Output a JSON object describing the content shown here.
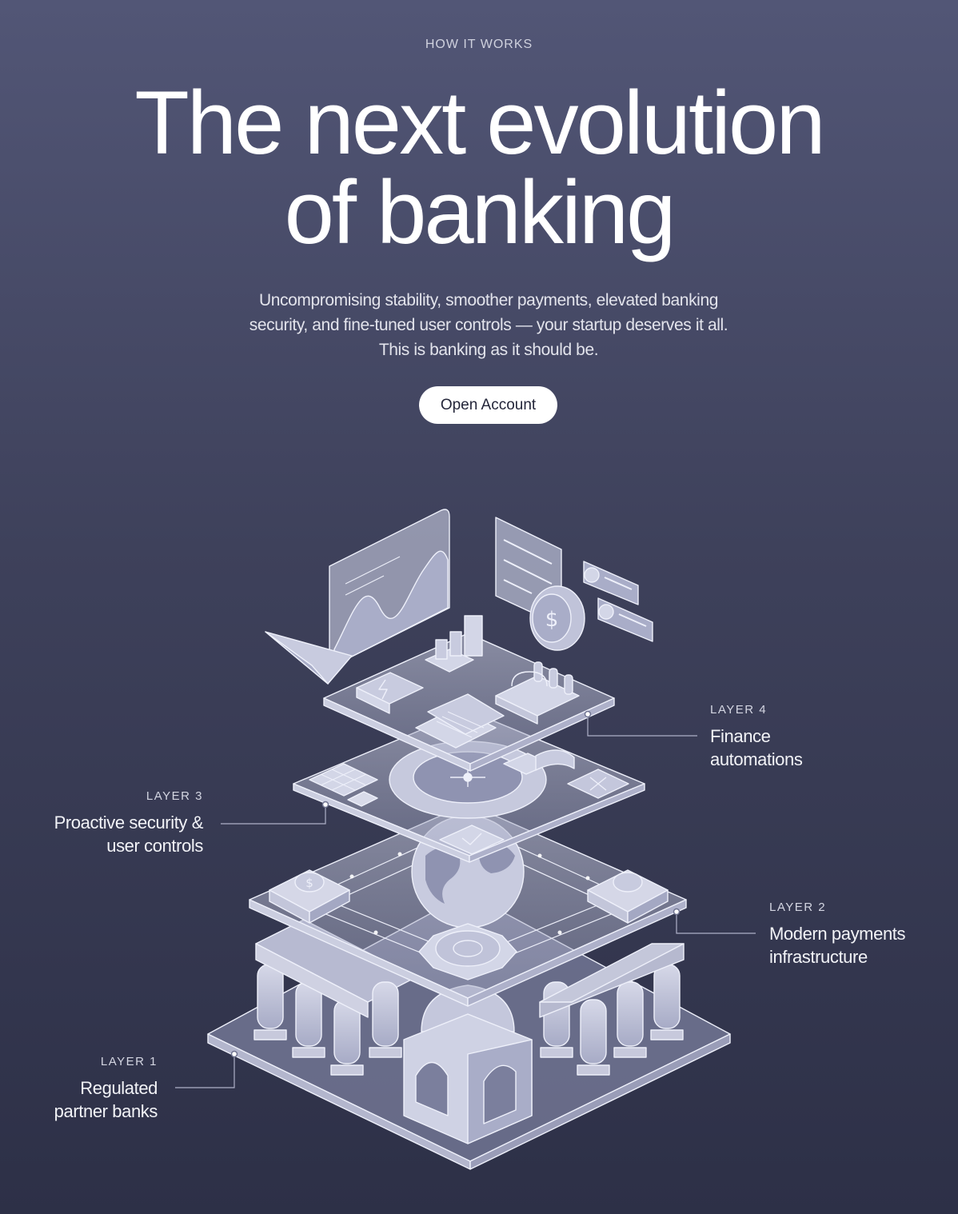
{
  "eyebrow": "HOW IT WORKS",
  "headline": {
    "line1": "The next evolution",
    "line2": "of banking"
  },
  "subtext": "Uncompromising stability, smoother payments, elevated banking security, and fine-tuned user controls — your startup deserves it all. This is banking as it should be.",
  "cta": {
    "label": "Open Account"
  },
  "layers": [
    {
      "tag": "LAYER 4",
      "text": "Finance automations"
    },
    {
      "tag": "LAYER 3",
      "text": "Proactive security & user controls"
    },
    {
      "tag": "LAYER 2",
      "text": "Modern payments infrastructure"
    },
    {
      "tag": "LAYER 1",
      "text": "Regulated partner banks"
    }
  ],
  "icons": {
    "payment": "dollar-icon",
    "lightning": "lightning-icon",
    "send": "paper-plane-icon",
    "globe": "globe-icon",
    "gear": "gear-icon",
    "vault": "vault-dial-icon",
    "shield_check": "check-icon"
  },
  "colors": {
    "background_top": "#525676",
    "background_bottom": "#2d3047",
    "cta_background": "#ffffff",
    "cta_text": "#24263a",
    "illustration_fill": "#c3c6db",
    "illustration_stroke": "#eef0fa"
  }
}
